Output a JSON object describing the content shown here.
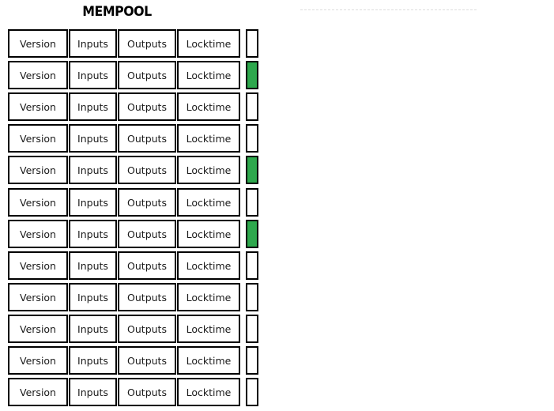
{
  "title": "MEMPOOL",
  "transaction_fields": [
    "Version",
    "Inputs",
    "Outputs",
    "Locktime"
  ],
  "rows": [
    {
      "status": "white"
    },
    {
      "status": "green"
    },
    {
      "status": "white"
    },
    {
      "status": "white"
    },
    {
      "status": "green"
    },
    {
      "status": "white"
    },
    {
      "status": "green"
    },
    {
      "status": "white"
    },
    {
      "status": "white"
    },
    {
      "status": "white"
    },
    {
      "status": "white"
    },
    {
      "status": "white"
    }
  ],
  "colors": {
    "status_green": "#2EA84D",
    "status_white": "#FFFFFF",
    "box_border": "#000000",
    "cell_text": "#1A1A1A",
    "dashed_line": "#DCDCDC",
    "background": "#FFFFFF"
  }
}
